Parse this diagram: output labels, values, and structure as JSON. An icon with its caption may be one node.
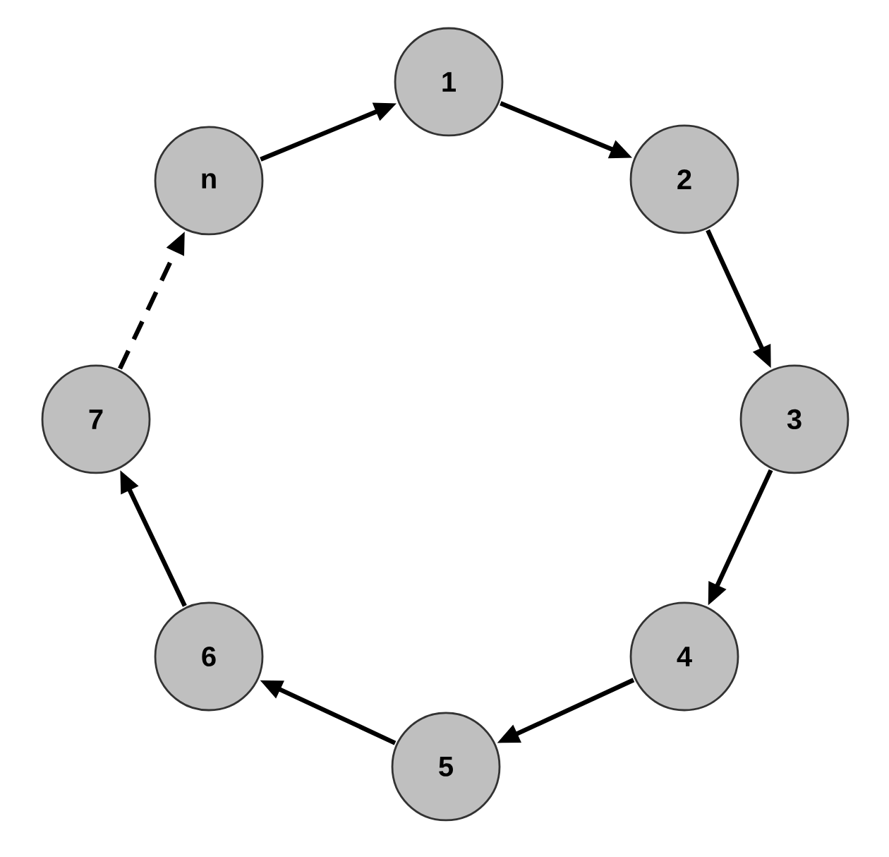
{
  "diagram": {
    "nodes": [
      {
        "text": [
          "1"
        ]
      },
      {
        "text": [
          "2"
        ]
      },
      {
        "text": [
          "3"
        ]
      },
      {
        "text": [
          "4"
        ]
      },
      {
        "text": [
          "5"
        ]
      },
      {
        "text": [
          "6"
        ]
      },
      {
        "text": [
          "7"
        ]
      },
      {
        "text": [
          "n"
        ]
      }
    ],
    "edges": [
      {
        "from": 0,
        "to": 1,
        "arrow": "to"
      },
      {
        "from": 1,
        "to": 2,
        "arrow": "to"
      },
      {
        "from": 2,
        "to": 3,
        "arrow": "to"
      },
      {
        "from": 3,
        "to": 4,
        "arrow": "to"
      },
      {
        "from": 4,
        "to": 5,
        "arrow": "to"
      },
      {
        "from": 5,
        "to": 6,
        "arrow": "to"
      },
      {
        "from": 6,
        "to": 7,
        "arrow": "to",
        "style": "dashed"
      },
      {
        "from": 7,
        "to": 0,
        "arrow": "to"
      }
    ]
  }
}
